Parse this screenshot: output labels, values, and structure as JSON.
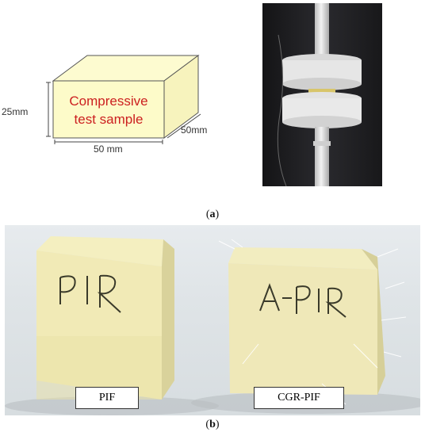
{
  "figure": {
    "panel_a": {
      "box_label_line1": "Compressive",
      "box_label_line2": "test sample",
      "dim_height": "25mm",
      "dim_width": "50 mm",
      "dim_depth": "50mm",
      "caption_open": "(",
      "caption_letter": "a",
      "caption_close": ")"
    },
    "panel_b": {
      "sample_left_label": "PIF",
      "sample_right_label": "CGR-PIF",
      "caption_open": "(",
      "caption_letter": "b",
      "caption_close": ")"
    }
  }
}
